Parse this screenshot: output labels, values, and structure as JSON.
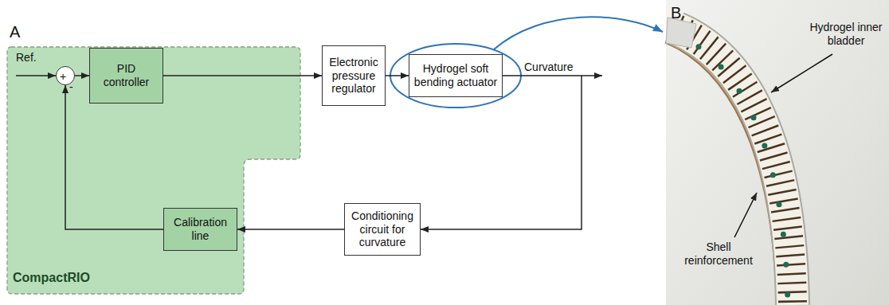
{
  "diagram": {
    "nodes": [
      {
        "text": [
          "CompactRIO"
        ]
      },
      {
        "text": [
          "+",
          "-"
        ],
        "in": 0
      },
      {
        "text": [
          "PID controller"
        ],
        "in": 0
      },
      {
        "text": [
          "Electronic pressure regulator"
        ]
      },
      {
        "text": [
          "Hydrogel soft bending actuator"
        ]
      },
      {
        "text": [
          "Conditioning circuit for curvature"
        ]
      },
      {
        "text": [
          "Calibration line"
        ],
        "in": 0
      }
    ],
    "edges": [
      {
        "from": 1,
        "to": 2,
        "arrow": "to"
      },
      {
        "from": 2,
        "to": 3,
        "arrow": "to"
      },
      {
        "from": 3,
        "to": 4,
        "arrow": "to"
      },
      {
        "from": 4,
        "to": 5,
        "arrow": "to"
      },
      {
        "from": 5,
        "to": 6,
        "arrow": "to"
      },
      {
        "from": 6,
        "to": 1,
        "arrow": "to"
      }
    ],
    "labels": [
      "A",
      "Ref.",
      "Curvature",
      "B",
      "Hydrogel inner bladder",
      "Shell reinforcement"
    ]
  }
}
